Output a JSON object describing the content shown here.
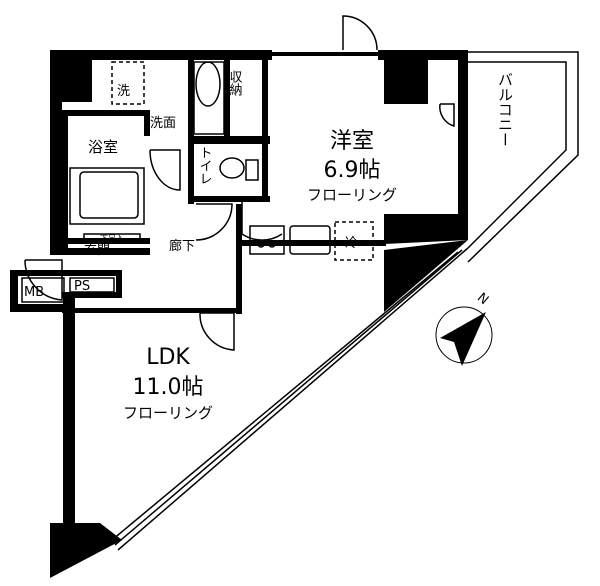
{
  "rooms": {
    "western_room": {
      "name": "洋室",
      "size": "6.9帖",
      "floor": "フローリング"
    },
    "ldk": {
      "name": "LDK",
      "size": "11.0帖",
      "floor": "フローリング"
    },
    "balcony": "バルコニー",
    "bath": "浴室",
    "washroom": "洗面",
    "washer": "洗",
    "storage": "収納",
    "toilet": "トイレ",
    "shoe_box": "下足入",
    "entrance": "玄関",
    "hallway": "廊下",
    "fridge": "冷",
    "mb": "MB",
    "ps": "PS"
  },
  "compass": {
    "label": "N"
  }
}
